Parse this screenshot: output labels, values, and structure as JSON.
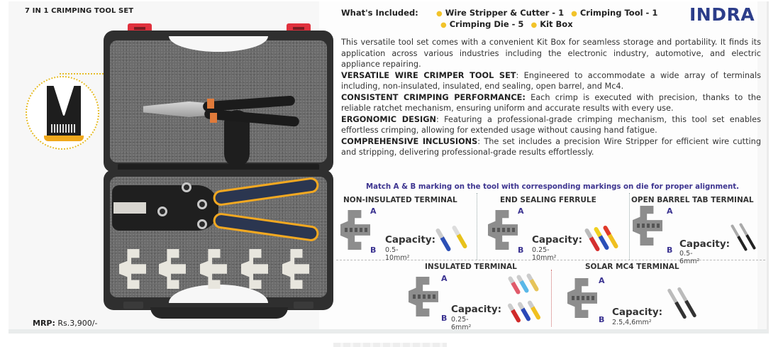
{
  "product": {
    "set_title": "7 IN 1 CRIMPING TOOL SET",
    "brand": "INDRA",
    "mrp_label": "MRP:",
    "mrp_value": "Rs.3,900/-"
  },
  "included": {
    "label": "What's Included:",
    "items": [
      "Wire Stripper & Cutter - 1",
      "Crimping Tool - 1",
      "Crimping Die  - 5",
      "Kit Box"
    ]
  },
  "description": {
    "intro": "This versatile tool set comes with a convenient Kit Box for seamless storage and portability. It finds its application across various industries including the electronic industry, automotive, and electric appliance repairing.",
    "features": [
      {
        "heading": "VERSATILE WIRE CRIMPER TOOL SET",
        "text": ": Engineered to accommodate a wide array of terminals including, non-insulated, insulated, end sealing, open barrel, and Mc4."
      },
      {
        "heading": "CONSISTENT CRIMPING PERFORMANCE:",
        "text": " Each crimp is executed with precision, thanks to the reliable ratchet mechanism, ensuring uniform and accurate results with every use."
      },
      {
        "heading": "ERGONOMIC DESIGN",
        "text": ": Featuring a professional-grade crimping mechanism, this tool set enables effortless crimping, allowing for extended usage without causing hand fatigue."
      },
      {
        "heading": "COMPREHENSIVE INCLUSIONS",
        "text": ": The set includes a precision Wire Stripper for efficient wire cutting and stripping, delivering professional-grade results effortlessly."
      }
    ]
  },
  "match_note": "Match A & B marking on the tool with corresponding markings on die for proper alignment.",
  "dies": [
    {
      "title": "NON-INSULATED TERMINAL",
      "label_a": "A",
      "label_b": "B",
      "capacity_label": "Capacity:",
      "capacity_value": "0.5-10mm²"
    },
    {
      "title": "END SEALING FERRULE",
      "label_a": "A",
      "label_b": "B",
      "capacity_label": "Capacity:",
      "capacity_value": "0.25-10mm²"
    },
    {
      "title": "OPEN BARREL TAB TERMINAL",
      "label_a": "A",
      "label_b": "B",
      "capacity_label": "Capacity:",
      "capacity_value": "0.5-6mm²"
    },
    {
      "title": "INSULATED TERMINAL",
      "label_a": "A",
      "label_b": "B",
      "capacity_label": "Capacity:",
      "capacity_value": "0.25-6mm²"
    },
    {
      "title": "SOLAR MC4 TERMINAL",
      "label_a": "A",
      "label_b": "B",
      "capacity_label": "Capacity:",
      "capacity_value": "2.5,4,6mm²"
    }
  ],
  "colors": {
    "brand": "#2c3d8a",
    "match_note": "#3e3590",
    "bullet": "#f2c32a",
    "latch_red": "#e0313d",
    "crimper_accent": "#f2a821"
  }
}
